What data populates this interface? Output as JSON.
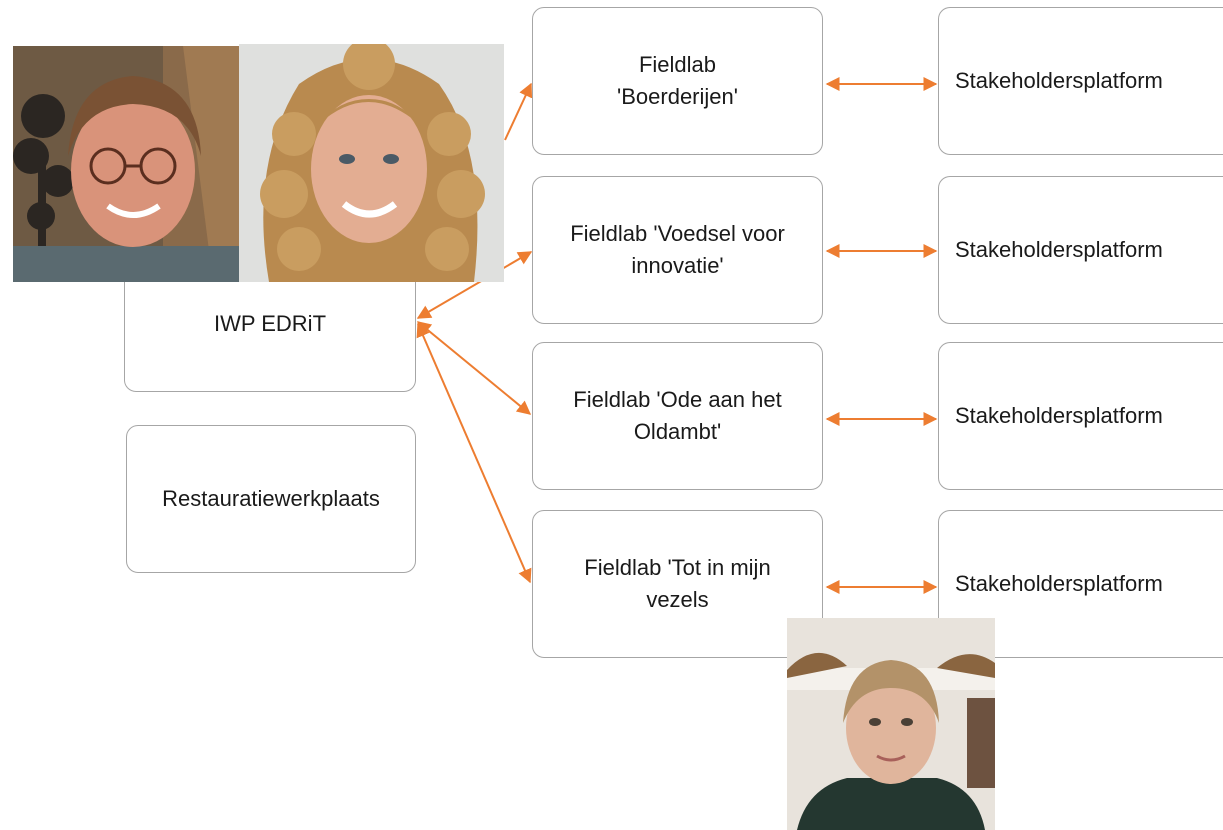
{
  "colors": {
    "arrow": "#ed7d31",
    "box_border": "#a6a6a6",
    "text": "#1a1a1a"
  },
  "nodes": {
    "iwp": "IWP EDRiT",
    "restauratie": "Restauratiewerkplaats",
    "fieldlabs": [
      "Fieldlab\n'Boerderijen'",
      "Fieldlab 'Voedsel voor\ninnovatie'",
      "Fieldlab 'Ode aan het\nOldambt'",
      "Fieldlab 'Tot in mijn\nvezels"
    ],
    "stakeholders": [
      "Stakeholdersplatform",
      "Stakeholdersplatform",
      "Stakeholdersplatform",
      "Stakeholdersplatform"
    ]
  },
  "photos": [
    {
      "subject": "portrait-woman-glasses"
    },
    {
      "subject": "portrait-woman-curly-hair"
    },
    {
      "subject": "portrait-woman-bun"
    }
  ]
}
